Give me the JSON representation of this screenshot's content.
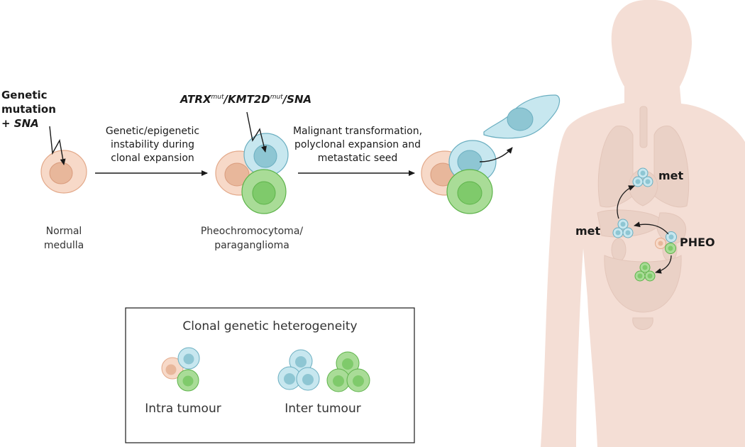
{
  "top_left": {
    "mutation_line1": "Genetic mutation",
    "mutation_plus": "+ ",
    "mutation_sna": "SNA"
  },
  "mid_mutation": {
    "atrx": "ATRX",
    "atrx_sup": "mut",
    "kmt2d": "KMT2D",
    "kmt2d_sup": "mut",
    "sna": "SNA",
    "sep1": "/",
    "sep2": "/"
  },
  "arrow1_text": [
    "Genetic/epigenetic",
    "instability during",
    "clonal expansion"
  ],
  "arrow2_text": [
    "Malignant transformation,",
    "polyclonal expansion and",
    "metastatic seed"
  ],
  "stage_labels": {
    "normal_line1": "Normal",
    "normal_line2": "medulla",
    "pheo_line1": "Pheochromocytoma/",
    "pheo_line2": "paraganglioma"
  },
  "body_labels": {
    "met_upper": "met",
    "met_left": "met",
    "pheo": "PHEO"
  },
  "legend": {
    "title": "Clonal genetic heterogeneity",
    "intra": "Intra tumour",
    "inter": "Inter tumour"
  },
  "colors": {
    "peach_fill": "#f7d9c8",
    "peach_nucleus": "#e8b79b",
    "peach_stroke": "#e3a98a",
    "blue_fill": "#c7e7ef",
    "blue_nucleus": "#8ec6d3",
    "blue_stroke": "#6aaec0",
    "green_fill": "#a9dc97",
    "green_nucleus": "#7fca6b",
    "green_stroke": "#5db34a",
    "body_silhouette": "#f4ded5",
    "organs": "#ead1c6"
  }
}
